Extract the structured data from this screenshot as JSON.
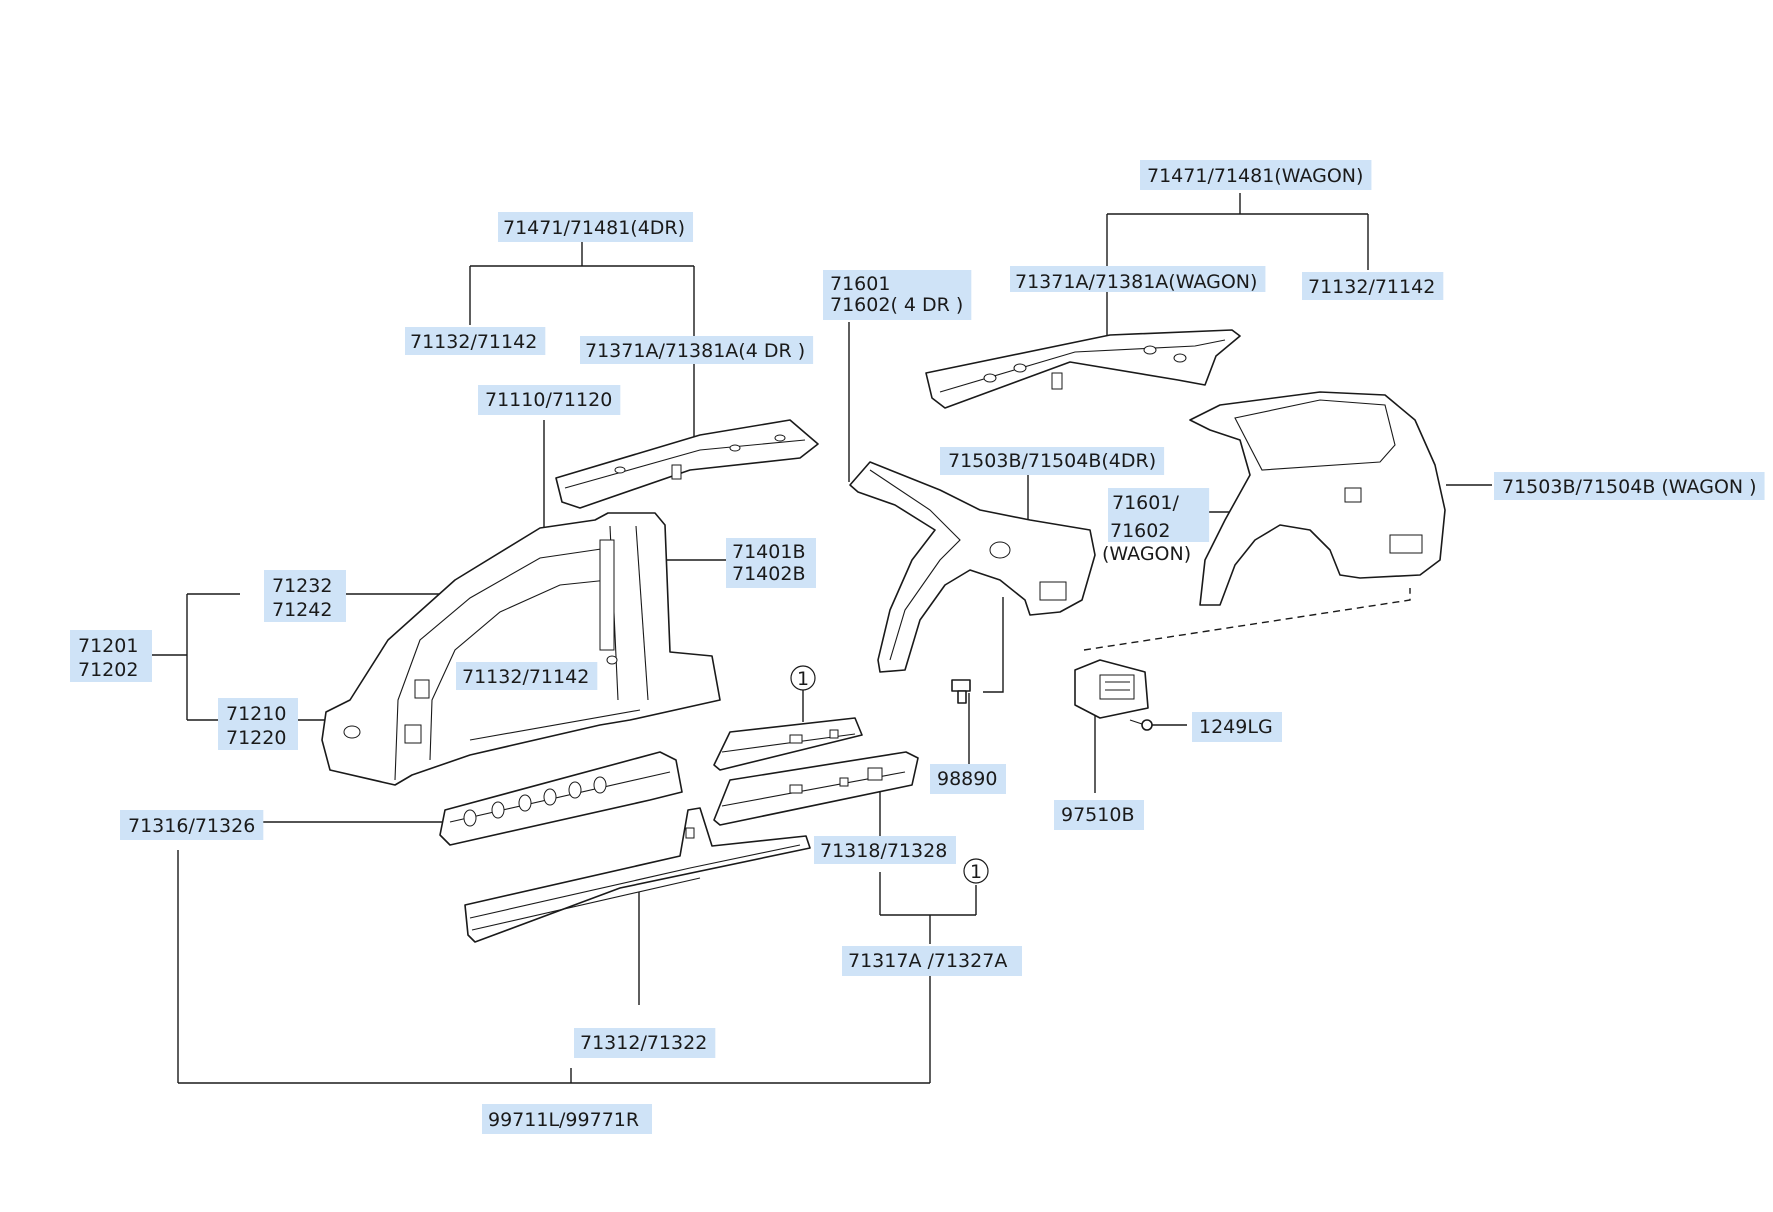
{
  "labels": {
    "wagon_header": "71471/71481(WAGON)",
    "wagon_rail": "71371A/71381A(WAGON)",
    "wagon_rail_cap": "71132/71142",
    "dr4_header": "71471/71481(4DR)",
    "dr4_rail_cap": "71132/71142",
    "dr4_rail": "71371A/71381A(4 DR )",
    "qp_ext_4dr_a": "71601",
    "qp_ext_4dr_b": "71602( 4 DR )",
    "a_pillar": "71110/71120",
    "qp_4dr": "71503B/71504B(4DR)",
    "qp_ext_wagon_a": "71601/",
    "qp_ext_wagon_b": "71602",
    "qp_ext_wagon_c": "(WAGON)",
    "qp_wagon": "71503B/71504B (WAGON )",
    "b_pillar_a": "71401B",
    "b_pillar_b": "71402B",
    "roof_side_a": "71232",
    "roof_side_b": "71242",
    "side_outer_a": "71201",
    "side_outer_b": "71202",
    "b_pillar_inner": "71132/71142",
    "front_pillar_a": "71210",
    "front_pillar_b": "71220",
    "ref_1a": "1",
    "ref_1b": "1",
    "sill_inner": "71316/71326",
    "sill_rein": "71318/71328",
    "sill_assy": "71317A /71327A",
    "sill_outer": "71312/71322",
    "side_assy": "99711L/99771R",
    "clip": "98890",
    "vent": "97510B",
    "bolt": "1249LG"
  }
}
